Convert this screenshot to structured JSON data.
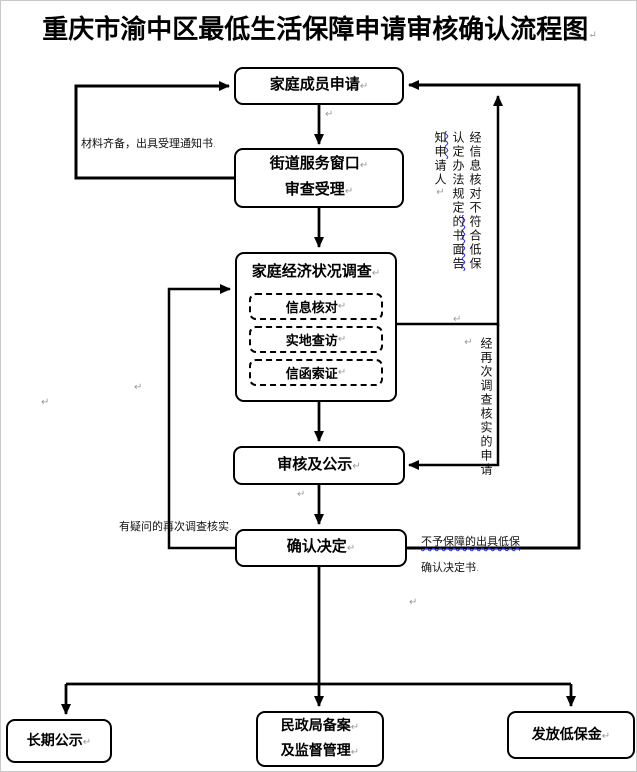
{
  "title": "重庆市渝中区最低生活保障申请审核确认流程图",
  "nodes": {
    "family_application": "家庭成员申请",
    "street_window_line1": "街道服务窗口",
    "street_window_line2": "审查受理",
    "investigation_title": "家庭经济状况调查",
    "investigation_sub1": "信息核对",
    "investigation_sub2": "实地查访",
    "investigation_sub3": "信函索证",
    "review_publicity": "审核及公示",
    "confirm_decision": "确认决定",
    "longterm_publicity": "长期公示",
    "civil_affairs_line1": "民政局备案",
    "civil_affairs_line2": "及监督管理",
    "distribute_funds": "发放低保金"
  },
  "edge_labels": {
    "materials_ready": "材料齐备，出具受理通知书",
    "doubt_reinvestigate": "有疑问的再次调查核实",
    "notify_part1": "经信息核对不",
    "notify_part2": "符合低保认定",
    "notify_part3": "办法规定的书面告知申请人",
    "reinvestigated_apps": "经再次调查核实的申请",
    "denied_line1": "不予保障的出具低保",
    "denied_line2": "确认决定书"
  },
  "marks": {
    "pilcrow": "↵",
    "dot": "."
  },
  "colors": {
    "line": "#000000",
    "squiggle": "#2a2af0",
    "edit_mark": "#999999"
  }
}
